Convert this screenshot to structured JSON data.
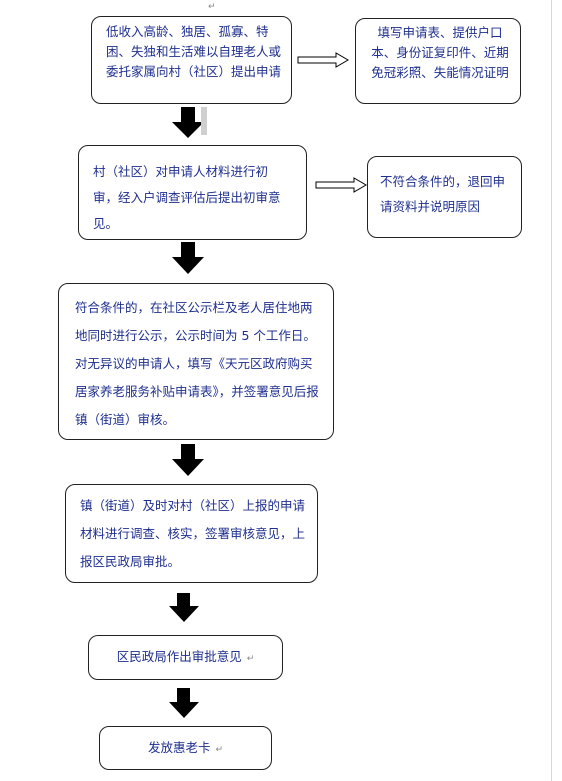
{
  "flow": {
    "top_mark": "↵",
    "step1": {
      "text": "低收入高龄、独居、孤寡、特困、失独和生活难以自理老人或委托家属向村（社区）提出申请"
    },
    "side1": {
      "text": "填写申请表、提供户口本、身份证复印件、近期免冠彩照、失能情况证明"
    },
    "step2": {
      "text": "村（社区）对申请人材料进行初审，经入户调查评估后提出初审意见。"
    },
    "side2": {
      "text": "不符合条件的，退回申请资料并说明原因"
    },
    "step3": {
      "text": "符合条件的，在社区公示栏及老人居住地两地同时进行公示，公示时间为 5 个工作日。对无异议的申请人，填写《天元区政府购买居家养老服务补贴申请表》，并签署意见后报镇（街道）审核。"
    },
    "step4": {
      "text": "镇（街道）及时对村（社区）上报的申请材料进行调查、核实，签署审核意见，上报区民政局审批。"
    },
    "step5": {
      "text": "区民政局作出审批意见"
    },
    "step6": {
      "text": "发放惠老卡"
    },
    "para_mark": "↵"
  }
}
